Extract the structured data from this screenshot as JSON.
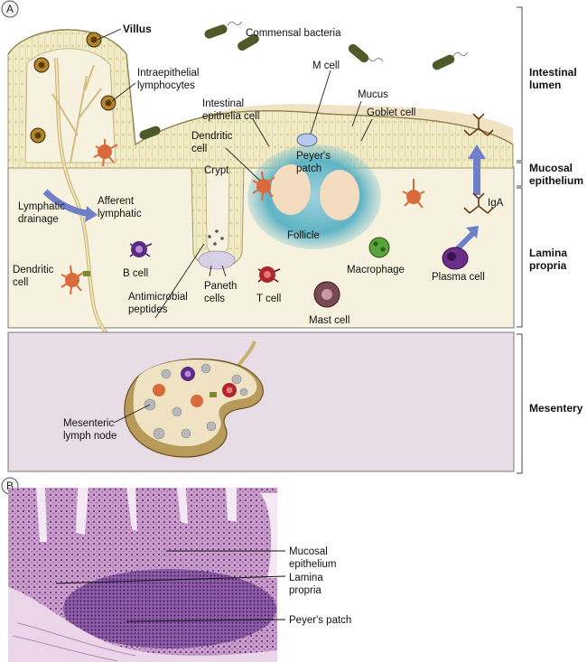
{
  "panels": {
    "a": "A",
    "b": "B"
  },
  "regions": {
    "lumen": [
      "Intestinal",
      "lumen"
    ],
    "epithelium": [
      "Mucosal",
      "epithelium"
    ],
    "lamina": [
      "Lamina",
      "propria"
    ],
    "mesentery": "Mesentery"
  },
  "labels": {
    "villus": "Villus",
    "bacteria": "Commensal bacteria",
    "iel": [
      "Intraepithelial",
      "lymphocytes"
    ],
    "mcell": "M cell",
    "mucus": "Mucus",
    "goblet": "Goblet cell",
    "iec": [
      "Intestinal",
      "epithelia cell"
    ],
    "dc_top": [
      "Dendritic",
      "cell"
    ],
    "crypt": "Crypt",
    "peyers": [
      "Peyer's",
      "patch"
    ],
    "lymph_drain": [
      "Lymphatic",
      "drainage"
    ],
    "afferent": [
      "Afferent",
      "lymphatic"
    ],
    "follicle": "Follicle",
    "iga": "IgA",
    "bcell": "B cell",
    "dc_left": [
      "Dendritic",
      "cell"
    ],
    "macrophage": "Macrophage",
    "plasma": "Plasma cell",
    "antimicrobial": [
      "Antimicrobial",
      "peptides"
    ],
    "paneth": [
      "Paneth",
      "cells"
    ],
    "tcell": "T cell",
    "mast": "Mast cell",
    "mln": [
      "Mesenteric",
      "lymph node"
    ]
  },
  "histology_labels": {
    "mucosal": [
      "Mucosal",
      "epithelium"
    ],
    "lamina": [
      "Lamina",
      "propria"
    ],
    "peyers": "Peyer's patch"
  },
  "colors": {
    "lumen_bg": "#ffffff",
    "lamina_bg": "#f7f2df",
    "mucus": "#efe3c4",
    "epithelium": "#f2ecc6",
    "peyers": "#5fb3c4",
    "mesentery": "#e8dde6",
    "histology": "#c99cc9",
    "bacteria": "#4f5a2a",
    "dendritic": "#d86a3c",
    "bcell": "#5a2c82",
    "tcell": "#b0242a",
    "macrophage": "#5aa23c",
    "plasma": "#6a2f86",
    "mast": "#7a4a52"
  }
}
